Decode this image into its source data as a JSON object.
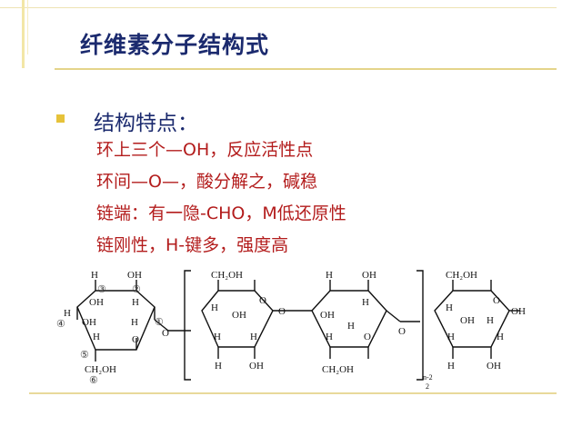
{
  "slide": {
    "title": "纤维素分子结构式",
    "heading": "结构特点：",
    "points": [
      "环上三个—OH，反应活性点",
      "环间—O—，酸分解之，碱稳",
      "链端：有一隐-CHO，M低还原性",
      "链刚性，H-键多，强度高"
    ]
  },
  "structure": {
    "labels": {
      "H": "H",
      "OH": "OH",
      "O": "O",
      "ch2oh": "CH₂OH"
    },
    "carbon_numbers": {
      "c1": "①",
      "c2": "②",
      "c3": "③",
      "c4": "④",
      "c5": "⑤",
      "c6": "⑥"
    },
    "repeat_unit": "n-2",
    "repeat_unit_denominator": "2"
  },
  "colors": {
    "title": "#1b2a6e",
    "body_text": "#b31c1c",
    "bullet": "#e6c23a",
    "rule": "#e4d48a"
  }
}
